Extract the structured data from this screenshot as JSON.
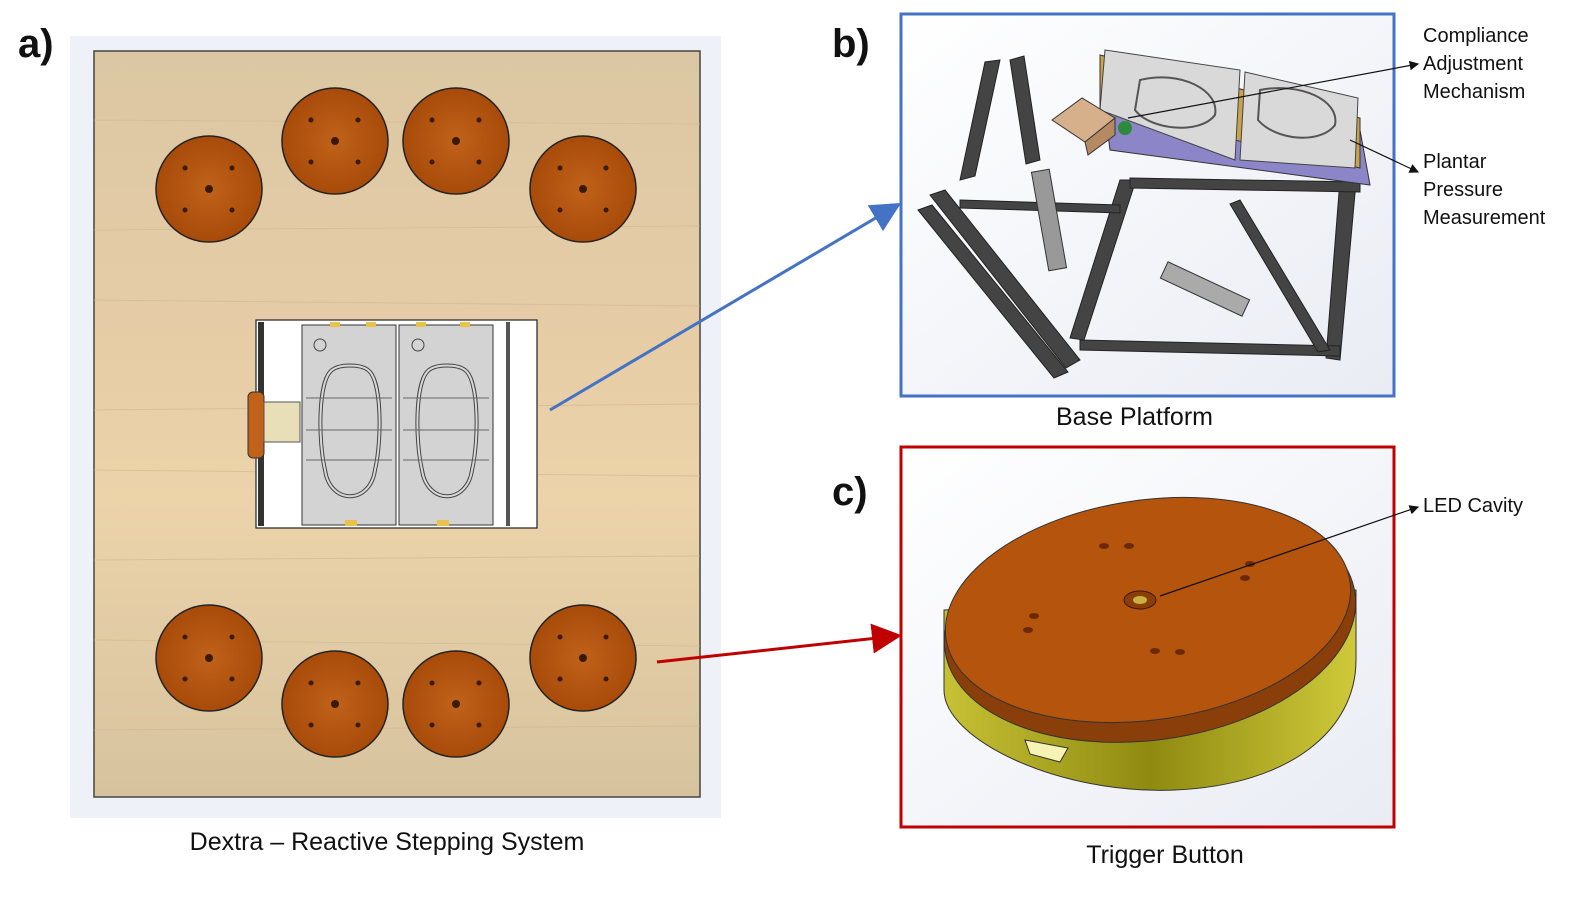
{
  "panels": {
    "a": {
      "letter": "a)",
      "caption": "Dextra – Reactive Stepping System"
    },
    "b": {
      "letter": "b)",
      "caption": "Base Platform"
    },
    "c": {
      "letter": "c)",
      "caption": "Trigger Button"
    }
  },
  "annotations": {
    "compliance": [
      "Compliance",
      "Adjustment",
      "Mechanism"
    ],
    "plantar": [
      "Plantar",
      "Pressure",
      "Measurement"
    ],
    "led": "LED Cavity"
  },
  "colors": {
    "board": "#d9c4a0",
    "button_top": "#b5540c",
    "button_side": "#b7b224",
    "frame_b": "#4472c4",
    "frame_c": "#c00000",
    "arrow_b": "#4472c4",
    "arrow_c": "#c00000"
  }
}
